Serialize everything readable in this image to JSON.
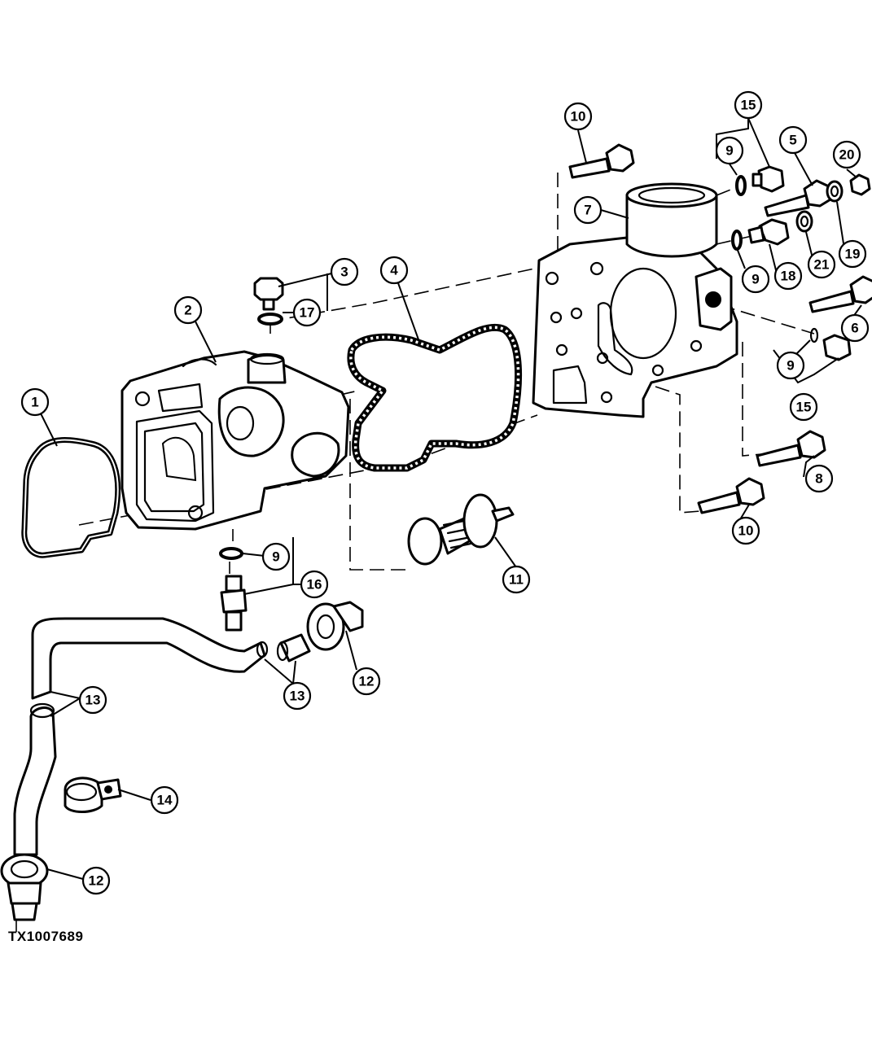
{
  "figure_id": "TX1007689",
  "callouts": [
    "1",
    "2",
    "3",
    "4",
    "5",
    "6",
    "7",
    "8",
    "9",
    "9",
    "9",
    "9",
    "10",
    "10",
    "11",
    "12",
    "12",
    "13",
    "13",
    "14",
    "15",
    "15",
    "16",
    "17",
    "18",
    "19",
    "20",
    "21"
  ]
}
